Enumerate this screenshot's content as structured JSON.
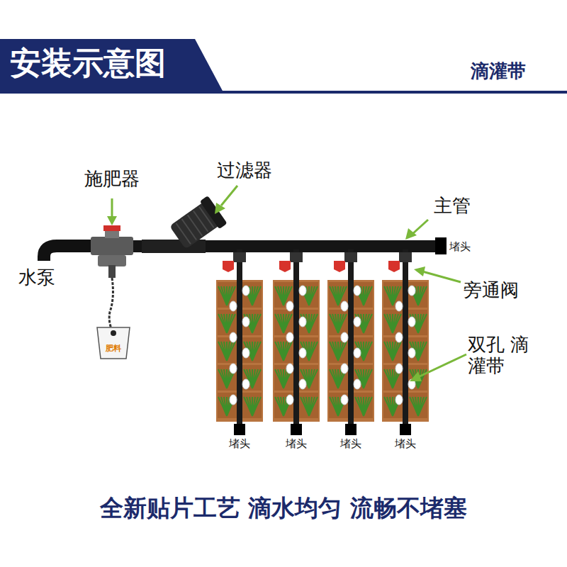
{
  "diagram": {
    "title": "安装示意图",
    "caption": "全新贴片工艺 滴水均匀 流畅不堵塞",
    "labels": [
      "滴灌带",
      "施肥器",
      "过滤器",
      "主管",
      "堵头",
      "水泵",
      "旁通阀",
      "双孔 滴灌带",
      "肥料",
      "堵头",
      "堵头",
      "堵头",
      "堵头"
    ]
  }
}
